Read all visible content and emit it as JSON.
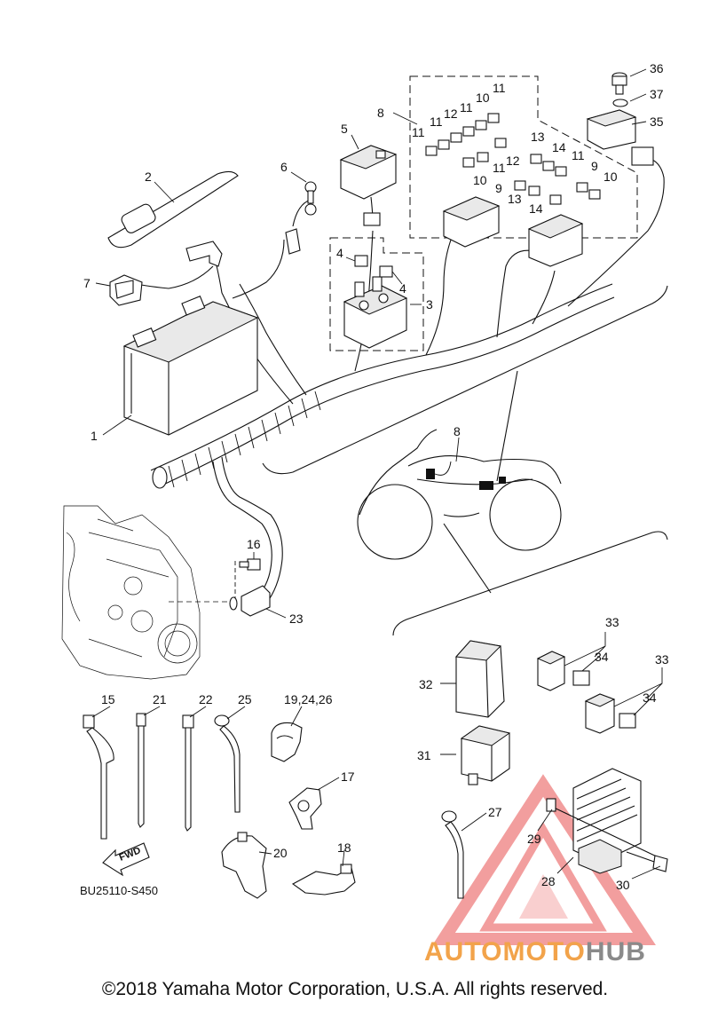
{
  "diagram": {
    "reference_code": "BU25110-S450",
    "fwd_label": "FWD",
    "callouts": {
      "c1": "1",
      "c2": "2",
      "c3": "3",
      "c4a": "4",
      "c4b": "4",
      "c5": "5",
      "c6": "6",
      "c7": "7",
      "c8a": "8",
      "c8b": "8",
      "c9a": "9",
      "c9b": "9",
      "c10a": "10",
      "c10b": "10",
      "c10c": "10",
      "c11a": "11",
      "c11b": "11",
      "c11c": "11",
      "c11d": "11",
      "c11e": "11",
      "c11f": "11",
      "c12a": "12",
      "c12b": "12",
      "c13a": "13",
      "c13b": "13",
      "c14a": "14",
      "c14b": "14",
      "c15": "15",
      "c16": "16",
      "c17": "17",
      "c18": "18",
      "c19": "19,24,26",
      "c20": "20",
      "c21": "21",
      "c22": "22",
      "c23": "23",
      "c25": "25",
      "c27": "27",
      "c28": "28",
      "c29": "29",
      "c30": "30",
      "c31": "31",
      "c32": "32",
      "c33a": "33",
      "c33b": "33",
      "c34a": "34",
      "c34b": "34",
      "c35": "35",
      "c36": "36",
      "c37": "37"
    }
  },
  "copyright": "©2018 Yamaha Motor Corporation, U.S.A. All rights reserved.",
  "watermark": {
    "text_colored": "AUTOMOTO",
    "text_gray": "HUB",
    "triangle_color": "#e8504f",
    "accent_color": "#f2a34a"
  }
}
